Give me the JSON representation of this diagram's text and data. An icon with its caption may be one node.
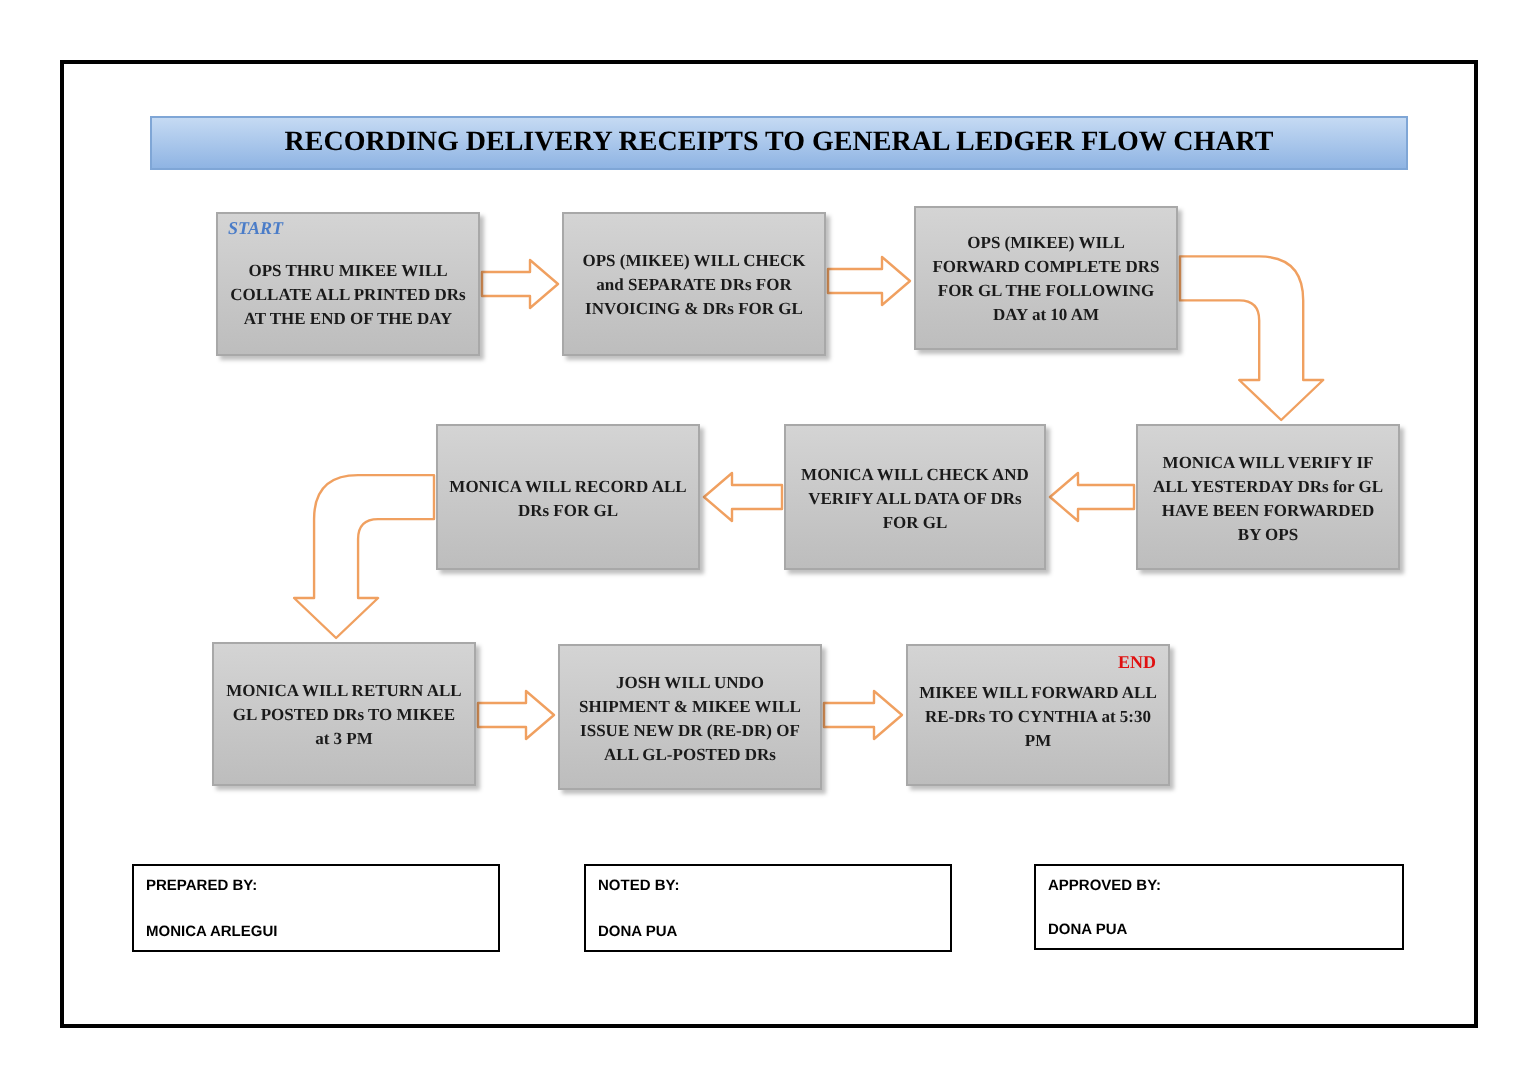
{
  "diagram": {
    "title": "RECORDING DELIVERY RECEIPTS TO GENERAL LEDGER FLOW CHART",
    "nodes": [
      {
        "text": [
          "START",
          "OPS THRU MIKEE WILL COLLATE ALL PRINTED DRs AT THE END OF THE DAY"
        ]
      },
      {
        "text": [
          "OPS (MIKEE) WILL CHECK and SEPARATE DRs FOR INVOICING & DRs FOR GL"
        ]
      },
      {
        "text": [
          "OPS (MIKEE) WILL FORWARD COMPLETE DRS FOR GL THE FOLLOWING DAY at 10 AM"
        ]
      },
      {
        "text": [
          "MONICA WILL VERIFY IF ALL YESTERDAY DRs for GL HAVE BEEN FORWARDED BY OPS"
        ]
      },
      {
        "text": [
          "MONICA WILL CHECK AND VERIFY ALL DATA OF DRs FOR GL"
        ]
      },
      {
        "text": [
          "MONICA WILL RECORD ALL DRs FOR GL"
        ]
      },
      {
        "text": [
          "MONICA WILL RETURN ALL GL POSTED DRs TO MIKEE at 3 PM"
        ]
      },
      {
        "text": [
          "JOSH WILL UNDO SHIPMENT & MIKEE WILL ISSUE NEW DR (RE-DR) OF ALL GL-POSTED DRs"
        ]
      },
      {
        "text": [
          "END",
          "MIKEE WILL FORWARD ALL RE-DRs TO CYNTHIA at 5:30 PM"
        ]
      },
      {
        "text": [
          "PREPARED BY:",
          "MONICA ARLEGUI"
        ]
      },
      {
        "text": [
          "NOTED BY:",
          "DONA PUA"
        ]
      },
      {
        "text": [
          "APPROVED BY:",
          "DONA PUA"
        ]
      }
    ],
    "edges": [
      {
        "from": 0,
        "to": 1,
        "arrow": "to"
      },
      {
        "from": 1,
        "to": 2,
        "arrow": "to"
      },
      {
        "from": 2,
        "to": 3,
        "arrow": "to"
      },
      {
        "from": 3,
        "to": 4,
        "arrow": "to"
      },
      {
        "from": 4,
        "to": 5,
        "arrow": "to"
      },
      {
        "from": 5,
        "to": 6,
        "arrow": "to"
      },
      {
        "from": 6,
        "to": 7,
        "arrow": "to"
      },
      {
        "from": 7,
        "to": 8,
        "arrow": "to"
      }
    ]
  }
}
